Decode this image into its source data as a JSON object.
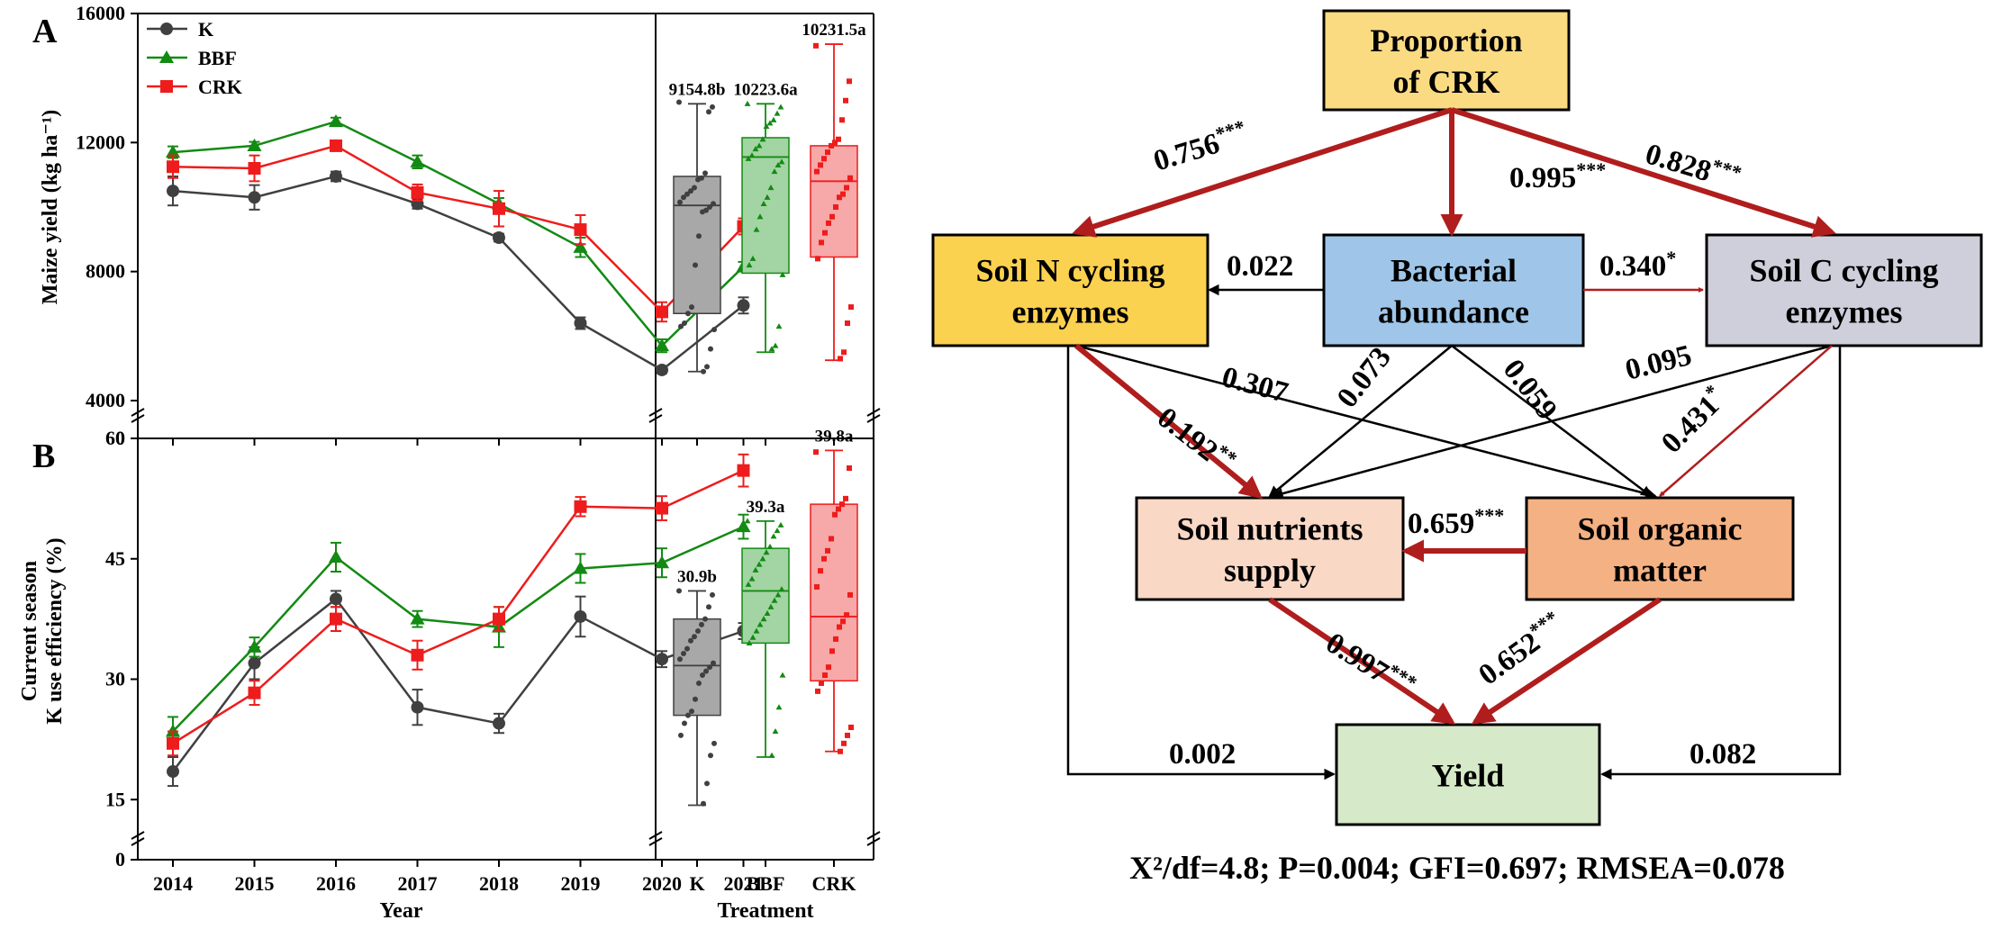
{
  "chart_data": [
    {
      "type": "line",
      "panel_label": "A",
      "ylabel": "Maize yield (kg ha⁻¹)",
      "xlabel": "",
      "x": [
        2014,
        2015,
        2016,
        2017,
        2018,
        2019,
        2020,
        2021
      ],
      "ylim": [
        4000,
        16000
      ],
      "yticks": [
        4000,
        8000,
        12000,
        16000
      ],
      "axis_break_label": "0",
      "series": [
        {
          "name": "K",
          "color": "#404040",
          "marker": "circle",
          "values": [
            10500,
            10300,
            10950,
            10100,
            9050,
            6400,
            4950,
            6950
          ],
          "errors": [
            450,
            380,
            150,
            150,
            120,
            180,
            100,
            250
          ]
        },
        {
          "name": "BBF",
          "color": "#138a13",
          "marker": "triangle",
          "values": [
            11700,
            11900,
            12650,
            11400,
            10100,
            8750,
            5700,
            8150
          ],
          "errors": [
            180,
            120,
            120,
            200,
            180,
            300,
            200,
            150
          ]
        },
        {
          "name": "CRK",
          "color": "#ee1c1c",
          "marker": "square",
          "values": [
            11250,
            11200,
            11900,
            10450,
            9950,
            9300,
            6750,
            9400
          ],
          "errors": [
            350,
            400,
            120,
            250,
            550,
            450,
            300,
            250
          ]
        }
      ],
      "legend_position": "top-left",
      "grid": false
    },
    {
      "type": "box",
      "panel_label": "A",
      "categories": [
        "K",
        "BBF",
        "CRK"
      ],
      "ylim": [
        4000,
        16000
      ],
      "boxes": [
        {
          "name": "K",
          "color": "#404040",
          "fill": "#a8a8a8",
          "marker": "circle",
          "label": "9154.8b",
          "whisker_low": 4900,
          "q1": 6700,
          "median": 10050,
          "q3": 10950,
          "whisker_high": 13200,
          "points": [
            13250,
            13100,
            12950,
            11050,
            10900,
            10850,
            10600,
            10500,
            10400,
            10300,
            10150,
            10100,
            10000,
            9900,
            9850,
            9100,
            8200,
            6900,
            6700,
            6400,
            6300,
            6200,
            5600,
            5050,
            4900
          ]
        },
        {
          "name": "BBF",
          "color": "#138a13",
          "fill": "#a3d4a3",
          "marker": "triangle",
          "label": "10223.6a",
          "whisker_low": 5500,
          "q1": 7950,
          "median": 11550,
          "q3": 12150,
          "whisker_high": 13200,
          "points": [
            13200,
            13100,
            12900,
            12700,
            12600,
            12500,
            12100,
            11900,
            11800,
            11600,
            11500,
            11400,
            11300,
            11100,
            10600,
            10300,
            10100,
            9700,
            9300,
            8400,
            8200,
            7900,
            6300,
            5700,
            5600
          ]
        },
        {
          "name": "CRK",
          "color": "#ee1c1c",
          "fill": "#f7a8a8",
          "marker": "square",
          "label": "10231.5a",
          "whisker_low": 5250,
          "q1": 8450,
          "median": 10800,
          "q3": 11900,
          "whisker_high": 15050,
          "points": [
            15000,
            13900,
            13300,
            12700,
            12100,
            12000,
            11900,
            11700,
            11500,
            11300,
            11100,
            10900,
            10600,
            10400,
            10300,
            10000,
            9700,
            9500,
            9200,
            8900,
            8400,
            6900,
            6400,
            5500,
            5300
          ]
        }
      ]
    },
    {
      "type": "line",
      "panel_label": "B",
      "ylabel": "Current season|K use efficiency (%)",
      "xlabel": "Year",
      "x": [
        2014,
        2015,
        2016,
        2017,
        2018,
        2019,
        2020,
        2021
      ],
      "ylim": [
        12,
        60
      ],
      "yticks": [
        15,
        30,
        45,
        60
      ],
      "axis_break_label": "0",
      "series": [
        {
          "name": "K",
          "color": "#404040",
          "marker": "circle",
          "values": [
            18.5,
            32.0,
            40.0,
            26.5,
            24.5,
            37.8,
            32.5,
            36.0
          ],
          "errors": [
            1.8,
            2.0,
            1.0,
            2.2,
            1.2,
            2.5,
            1.0,
            1.0
          ]
        },
        {
          "name": "BBF",
          "color": "#138a13",
          "marker": "triangle",
          "values": [
            23.5,
            34.0,
            45.2,
            37.5,
            36.5,
            43.8,
            44.5,
            49.0
          ],
          "errors": [
            1.8,
            1.2,
            1.8,
            1.0,
            2.5,
            1.8,
            1.8,
            1.5
          ]
        },
        {
          "name": "CRK",
          "color": "#ee1c1c",
          "marker": "square",
          "values": [
            22.0,
            28.3,
            37.5,
            33.0,
            37.5,
            51.5,
            51.3,
            56.0
          ],
          "errors": [
            1.5,
            1.5,
            1.5,
            1.8,
            1.5,
            1.2,
            1.5,
            2.0
          ]
        }
      ],
      "grid": false
    },
    {
      "type": "box",
      "panel_label": "B",
      "xlabel": "Treatment",
      "categories": [
        "K",
        "BBF",
        "CRK"
      ],
      "ylim": [
        12,
        60
      ],
      "boxes": [
        {
          "name": "K",
          "color": "#404040",
          "fill": "#a8a8a8",
          "marker": "circle",
          "label": "30.9b",
          "whisker_low": 14.3,
          "q1": 25.5,
          "median": 31.7,
          "q3": 37.5,
          "whisker_high": 41.0,
          "points": [
            41.0,
            40.5,
            39.0,
            37.5,
            36.8,
            36.0,
            35.3,
            34.8,
            33.8,
            33.2,
            32.5,
            32.0,
            31.5,
            31.0,
            30.5,
            29.5,
            27.5,
            26.0,
            25.5,
            24.5,
            23.0,
            22.0,
            20.5,
            17.0,
            14.5
          ]
        },
        {
          "name": "BBF",
          "color": "#138a13",
          "fill": "#a3d4a3",
          "marker": "triangle",
          "label": "39.3a",
          "whisker_low": 20.3,
          "q1": 34.5,
          "median": 41.0,
          "q3": 46.3,
          "whisker_high": 49.7,
          "points": [
            49.7,
            49.2,
            48.5,
            47.8,
            46.5,
            45.8,
            45.0,
            44.3,
            43.6,
            42.5,
            41.8,
            41.2,
            40.5,
            39.8,
            39.0,
            38.2,
            37.5,
            36.8,
            36.0,
            35.2,
            34.5,
            30.5,
            26.5,
            23.5,
            20.5
          ]
        },
        {
          "name": "CRK",
          "color": "#ee1c1c",
          "fill": "#f7a8a8",
          "marker": "square",
          "label": "39.8a",
          "whisker_low": 21.0,
          "q1": 29.8,
          "median": 37.8,
          "q3": 51.8,
          "whisker_high": 58.5,
          "points": [
            58.3,
            56.3,
            52.5,
            51.8,
            51.2,
            50.5,
            47.5,
            46.0,
            45.0,
            43.5,
            41.5,
            40.5,
            38.0,
            37.2,
            36.5,
            35.0,
            33.5,
            31.5,
            30.5,
            29.5,
            28.5,
            24.0,
            23.0,
            22.0,
            21.0
          ]
        }
      ]
    },
    {
      "type": "diagram",
      "nodes": [
        {
          "id": "crk",
          "text": [
            "Proportion",
            "of CRK"
          ],
          "fill": "#fbdb82"
        },
        {
          "id": "nce",
          "text": [
            "Soil N cycling",
            "enzymes"
          ],
          "fill": "#fbd150"
        },
        {
          "id": "bac",
          "text": [
            "Bacterial",
            "abundance"
          ],
          "fill": "#9fc6e8"
        },
        {
          "id": "cce",
          "text": [
            "Soil C cycling",
            "enzymes"
          ],
          "fill": "#cfcfdc"
        },
        {
          "id": "nut",
          "text": [
            "Soil nutrients",
            "supply"
          ],
          "fill": "#f9d8c6"
        },
        {
          "id": "som",
          "text": [
            "Soil organic",
            "matter"
          ],
          "fill": "#f4b183"
        },
        {
          "id": "yld",
          "text": [
            "Yield"
          ],
          "fill": "#d6e9c8"
        }
      ],
      "paths": [
        {
          "from": "crk",
          "to": "nce",
          "coef": "0.756",
          "stars": "***",
          "significant": true
        },
        {
          "from": "crk",
          "to": "bac",
          "coef": "0.995",
          "stars": "***",
          "significant": true
        },
        {
          "from": "crk",
          "to": "cce",
          "coef": "0.828",
          "stars": "***",
          "significant": true
        },
        {
          "from": "bac",
          "to": "nce",
          "coef": "0.022",
          "stars": "",
          "significant": false
        },
        {
          "from": "bac",
          "to": "cce",
          "coef": "0.340",
          "stars": "*",
          "significant": true
        },
        {
          "from": "nce",
          "to": "som",
          "coef": "0.307",
          "stars": "",
          "significant": false
        },
        {
          "from": "nce",
          "to": "nut",
          "coef": "0.192",
          "stars": "**",
          "significant": true
        },
        {
          "from": "bac",
          "to": "nut",
          "coef": "0.073",
          "stars": "",
          "significant": false
        },
        {
          "from": "bac",
          "to": "som",
          "coef": "0.059",
          "stars": "",
          "significant": false
        },
        {
          "from": "cce",
          "to": "nut",
          "coef": "0.095",
          "stars": "",
          "significant": false
        },
        {
          "from": "cce",
          "to": "som",
          "coef": "0.431",
          "stars": "*",
          "significant": true
        },
        {
          "from": "som",
          "to": "nut",
          "coef": "0.659",
          "stars": "***",
          "significant": true
        },
        {
          "from": "nut",
          "to": "yld",
          "coef": "0.997",
          "stars": "***",
          "significant": true
        },
        {
          "from": "som",
          "to": "yld",
          "coef": "0.652",
          "stars": "***",
          "significant": true
        },
        {
          "from": "nce",
          "to": "yld",
          "coef": "0.002",
          "stars": "",
          "significant": false
        },
        {
          "from": "cce",
          "to": "yld",
          "coef": "0.082",
          "stars": "",
          "significant": false
        }
      ],
      "fit_statistics": "X²/df=4.8; P=0.004; GFI=0.697; RMSEA=0.078",
      "colors": {
        "significant": "#b01d1d",
        "nonsignificant": "#000000"
      }
    }
  ]
}
